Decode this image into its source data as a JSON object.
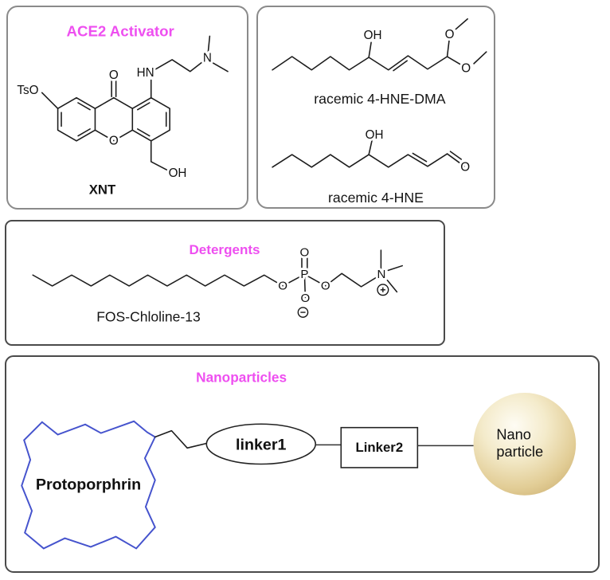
{
  "colors": {
    "accent_magenta": "#ee4ff0",
    "protoporphrin_blue": "#4553cd",
    "nanoparticle_tan": "#d0b578",
    "panel_border_gray": "#8a8a8a",
    "panel_border_dark": "#4a4a4a"
  },
  "ace2_panel": {
    "title": "ACE2 Activator",
    "compound_label": "XNT",
    "atoms": {
      "tosyloxy": "TsO",
      "carbonyl_o": "O",
      "amine_hn": "HN",
      "dimethylamino_n": "N",
      "ring_o": "O",
      "hydroxymethyl_oh": "OH"
    }
  },
  "hne_panel": {
    "dma": {
      "label": "racemic 4-HNE-DMA",
      "atoms": {
        "oh": "OH",
        "methoxy_top_o": "O",
        "methoxy_bottom_o": "O"
      }
    },
    "hne": {
      "label": "racemic 4-HNE",
      "atoms": {
        "oh": "OH",
        "aldehyde_o": "O"
      }
    }
  },
  "detergent_panel": {
    "title": "Detergents",
    "compound_label": "FOS-Chloline-13",
    "atoms": {
      "alkyl_o": "O",
      "phosphorus": "P",
      "phosphoryl_o": "O",
      "anionic_o": "O",
      "bridge_o": "O",
      "ammonium_n": "N"
    }
  },
  "nano_panel": {
    "title": "Nanoparticles",
    "protoporphrin_label": "Protoporphrin",
    "linker1_label": "linker1",
    "linker2_label": "Linker2",
    "nanoparticle_label_line1": "Nano",
    "nanoparticle_label_line2": "particle"
  }
}
